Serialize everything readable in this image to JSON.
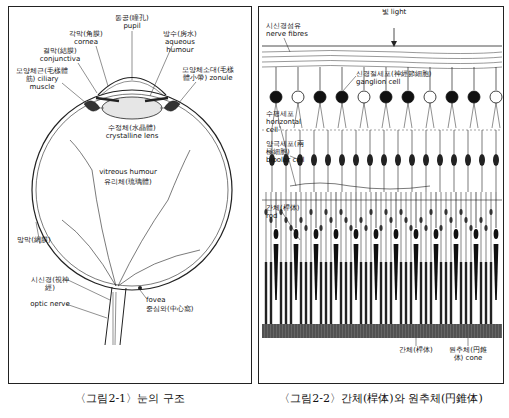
{
  "diagram": {
    "nodes": [
      {
        "text": [
          "〈그림2-1〉눈의 구조"
        ]
      },
      {
        "text": [
          "〈그림2-2〉간체(桿体)와 원추체(円錐体)"
        ]
      }
    ],
    "labels": [
      "동공(瞳孔) pupil",
      "각막(角膜) cornea",
      "결막(結膜) conjunctiva",
      "모양체근(毛樣體筋) ciliary muscle",
      "방수(房水) aqueous humour",
      "모양체소대(毛樣體小帶) zonule",
      "수정체(水晶體) crystalline lens",
      "vitreous humour",
      "유리체(琉璃體)",
      "망막(網膜)",
      "시신경(視神經)",
      "optic nerve",
      "fovea",
      "중심와(中心窩)",
      "빛 light",
      "시신경섬유 nerve fibres",
      "신경절세포(神經節細胞) ganglion cell",
      "수평세포 horizontal cell",
      "양극세포(兩極細胞) bipolar cell",
      "간체(桿体) rod",
      "간체(桿体)",
      "원추체(円錐体) cone"
    ]
  }
}
